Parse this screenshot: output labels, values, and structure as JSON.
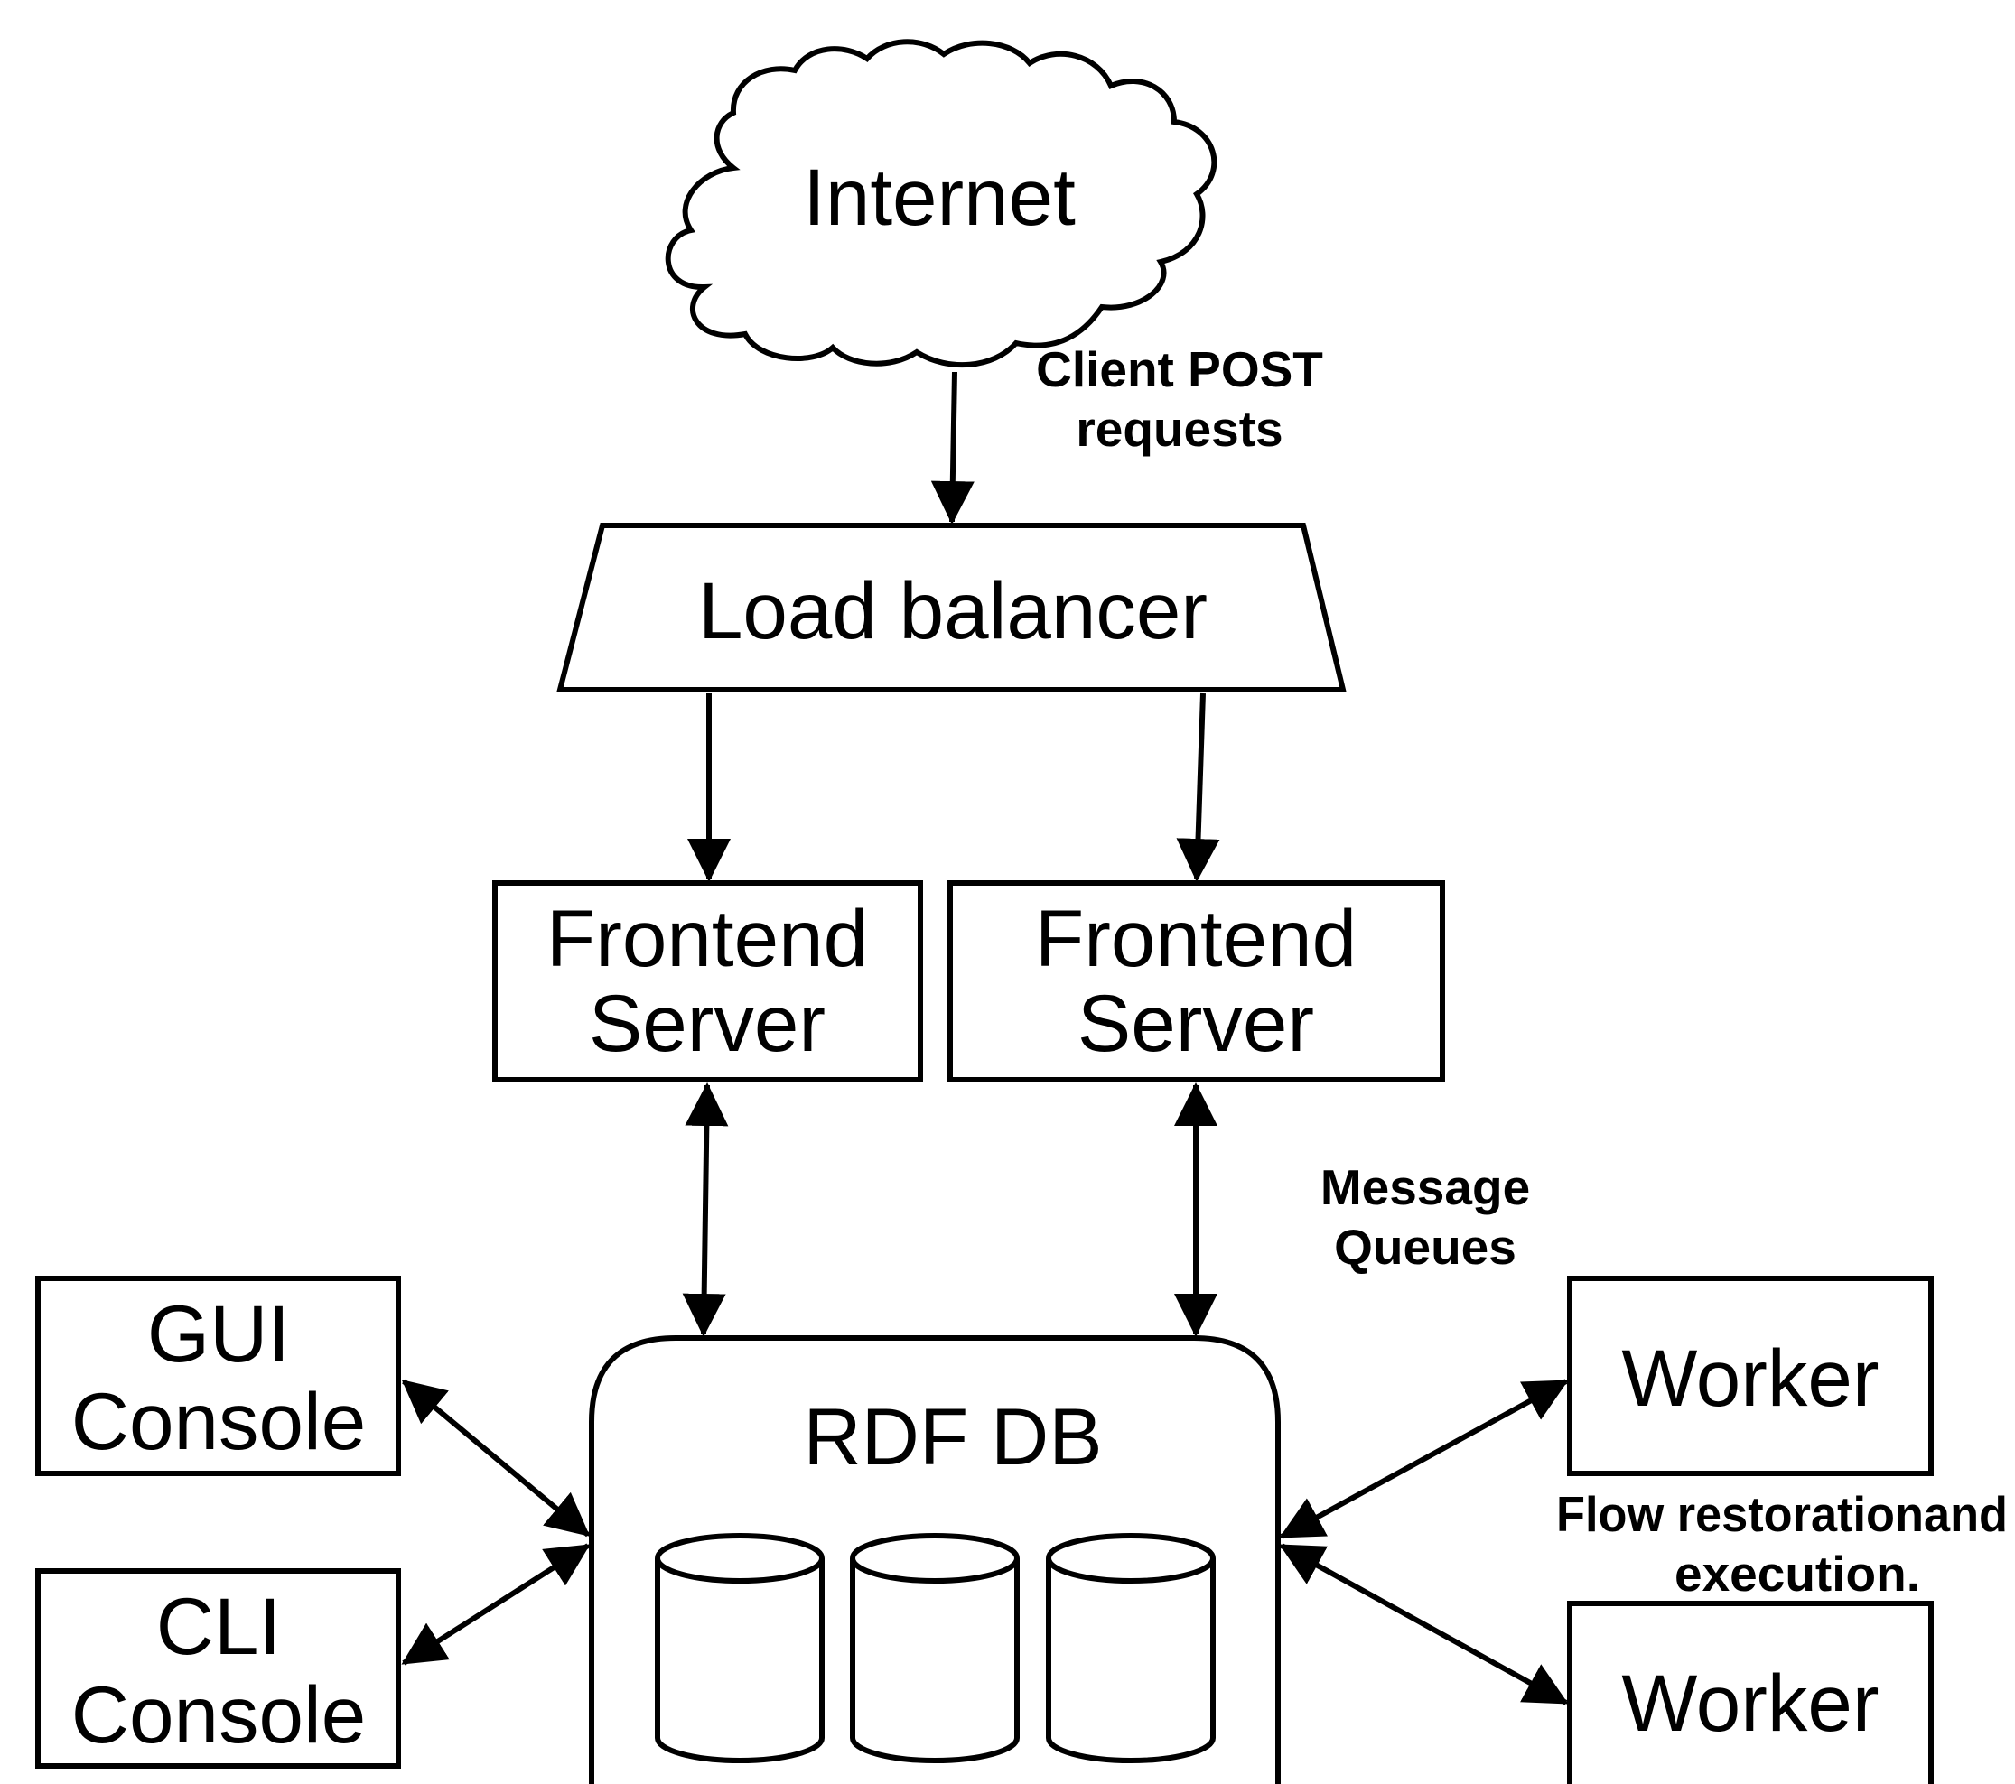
{
  "colors": {
    "line": "#000000",
    "background": "#ffffff"
  },
  "nodes": {
    "internet": {
      "label": "Internet",
      "shape": "cloud"
    },
    "load_balancer": {
      "label": "Load balancer",
      "shape": "trapezoid"
    },
    "frontend_1": {
      "line1": "Frontend",
      "line2": "Server"
    },
    "frontend_2": {
      "line1": "Frontend",
      "line2": "Server"
    },
    "gui_console": {
      "line1": "GUI",
      "line2": "Console"
    },
    "cli_console": {
      "line1": "CLI",
      "line2": "Console"
    },
    "rdf_db": {
      "label": "RDF DB",
      "shape": "rounded-rectangle-with-database-cylinders"
    },
    "worker_1": {
      "label": "Worker"
    },
    "worker_2": {
      "label": "Worker"
    }
  },
  "edge_labels": {
    "client_post": {
      "line1": "Client POST",
      "line2": "requests"
    },
    "message_queues": {
      "line1": "Message",
      "line2": "Queues"
    },
    "flow_restoration": {
      "line1": "Flow restorationand",
      "line2": "execution."
    }
  },
  "edges": [
    {
      "from": "internet",
      "to": "load_balancer",
      "direction": "forward"
    },
    {
      "from": "load_balancer",
      "to": "frontend_1",
      "direction": "forward"
    },
    {
      "from": "load_balancer",
      "to": "frontend_2",
      "direction": "forward"
    },
    {
      "from": "frontend_1",
      "to": "rdf_db",
      "direction": "both"
    },
    {
      "from": "frontend_2",
      "to": "rdf_db",
      "direction": "both"
    },
    {
      "from": "gui_console",
      "to": "rdf_db",
      "direction": "both"
    },
    {
      "from": "cli_console",
      "to": "rdf_db",
      "direction": "both"
    },
    {
      "from": "worker_1",
      "to": "rdf_db",
      "direction": "both"
    },
    {
      "from": "worker_2",
      "to": "rdf_db",
      "direction": "both"
    }
  ]
}
